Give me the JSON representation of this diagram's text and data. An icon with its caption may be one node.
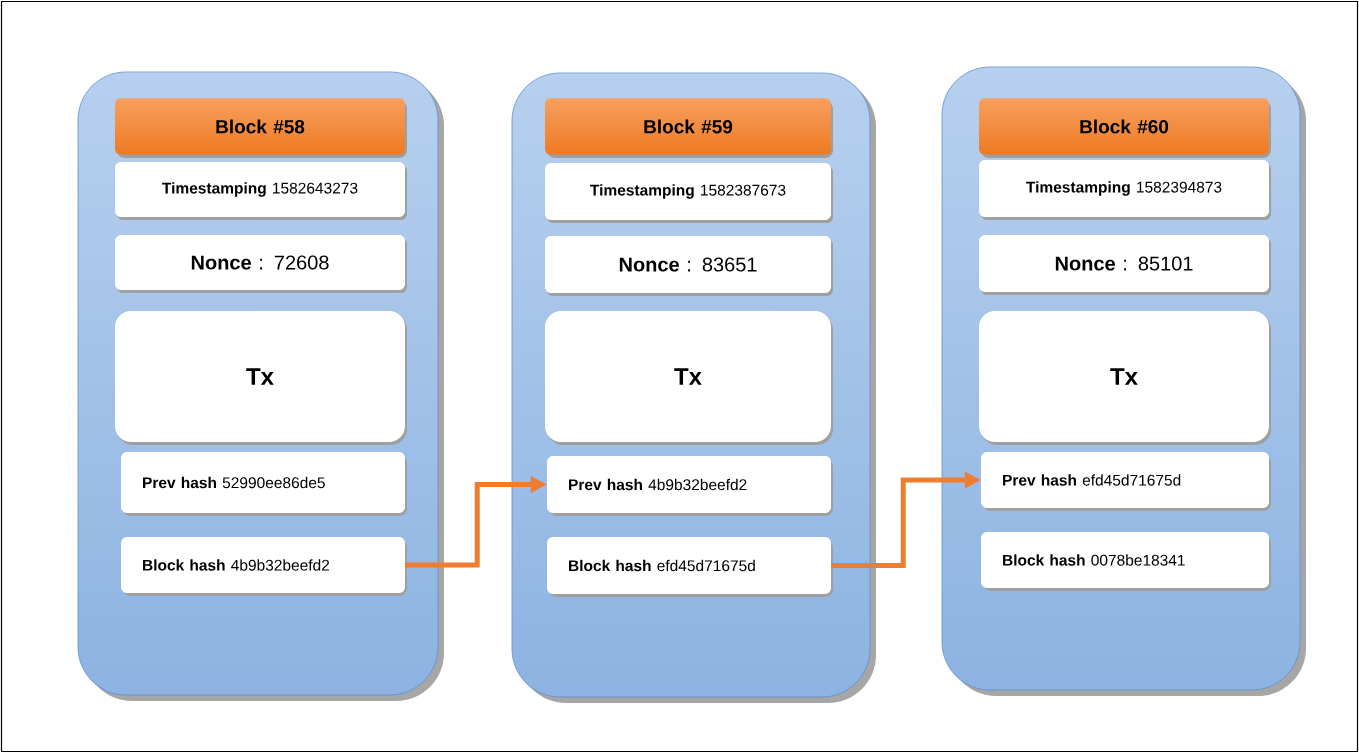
{
  "diagram": {
    "nodes": [
      {
        "text": [],
        "shape": "box"
      },
      {
        "text": [
          "Block #58"
        ],
        "in": 0
      },
      {
        "text": [
          "**Timestamping** 1582643273"
        ],
        "in": 0
      },
      {
        "text": [
          "**Nonce** : 72608"
        ],
        "in": 0
      },
      {
        "text": [
          "Tx"
        ],
        "in": 0
      },
      {
        "text": [
          "**Prev hash** 52990ee86de5"
        ],
        "in": 0
      },
      {
        "text": [
          "**Block hash** 4b9b32beefd2"
        ],
        "in": 0
      },
      {
        "text": [],
        "shape": "box"
      },
      {
        "text": [
          "Block #59"
        ],
        "in": 7
      },
      {
        "text": [
          "**Timestamping** 1582387673"
        ],
        "in": 7
      },
      {
        "text": [
          "**Nonce** : 83651"
        ],
        "in": 7
      },
      {
        "text": [
          "Tx"
        ],
        "in": 7
      },
      {
        "text": [
          "**Prev hash** 4b9b32beefd2"
        ],
        "in": 7
      },
      {
        "text": [
          "**Block hash** efd45d71675d"
        ],
        "in": 7
      },
      {
        "text": [],
        "shape": "box"
      },
      {
        "text": [
          "Block #60"
        ],
        "in": 14
      },
      {
        "text": [
          "**Timestamping** 1582394873"
        ],
        "in": 14
      },
      {
        "text": [
          "**Nonce** : 85101"
        ],
        "in": 14
      },
      {
        "text": [
          "Tx"
        ],
        "in": 14
      },
      {
        "text": [
          "**Prev hash** efd45d71675d"
        ],
        "in": 14
      },
      {
        "text": [
          "**Block hash** 0078be18341"
        ],
        "in": 14
      }
    ],
    "edges": [
      {
        "from": 6,
        "to": 12,
        "arrow": "to"
      },
      {
        "from": 13,
        "to": 19,
        "arrow": "to"
      }
    ]
  }
}
